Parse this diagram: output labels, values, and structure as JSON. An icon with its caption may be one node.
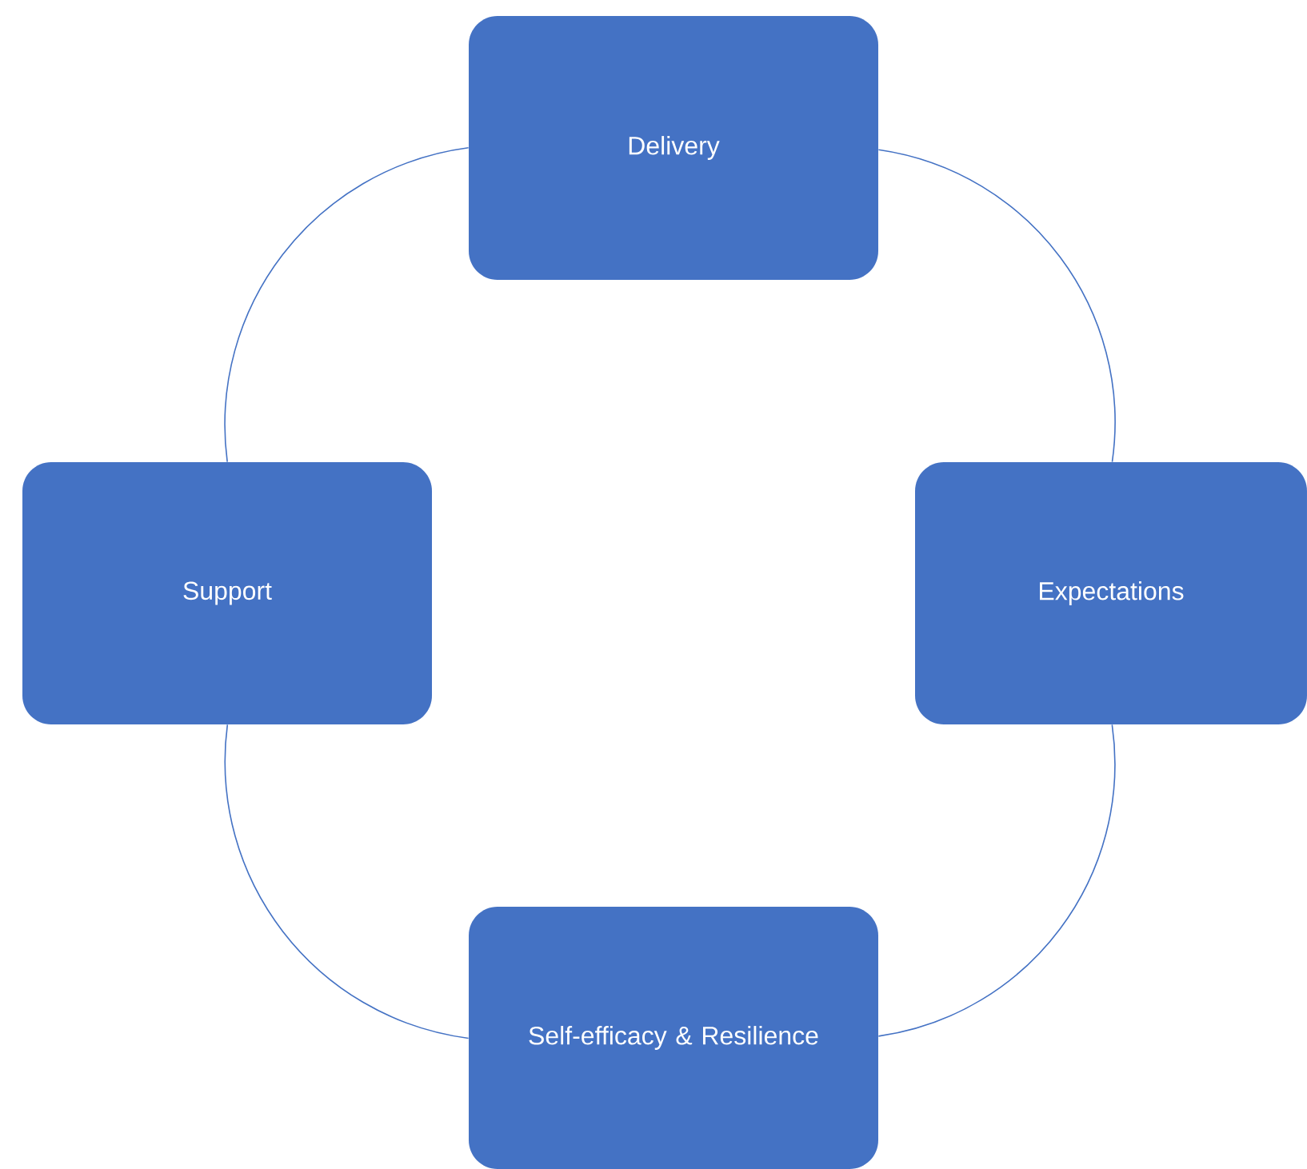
{
  "diagram": {
    "nodes": [
      {
        "text": [
          "Delivery"
        ]
      },
      {
        "text": [
          "Support"
        ]
      },
      {
        "text": [
          "Expectations"
        ]
      },
      {
        "text": [
          "Self-efficacy & Resilience"
        ]
      }
    ],
    "edges": [
      {
        "from": 0,
        "to": 2,
        "arrow": "none"
      },
      {
        "from": 2,
        "to": 3,
        "arrow": "none"
      },
      {
        "from": 3,
        "to": 1,
        "arrow": "none"
      },
      {
        "from": 1,
        "to": 0,
        "arrow": "none"
      }
    ]
  }
}
